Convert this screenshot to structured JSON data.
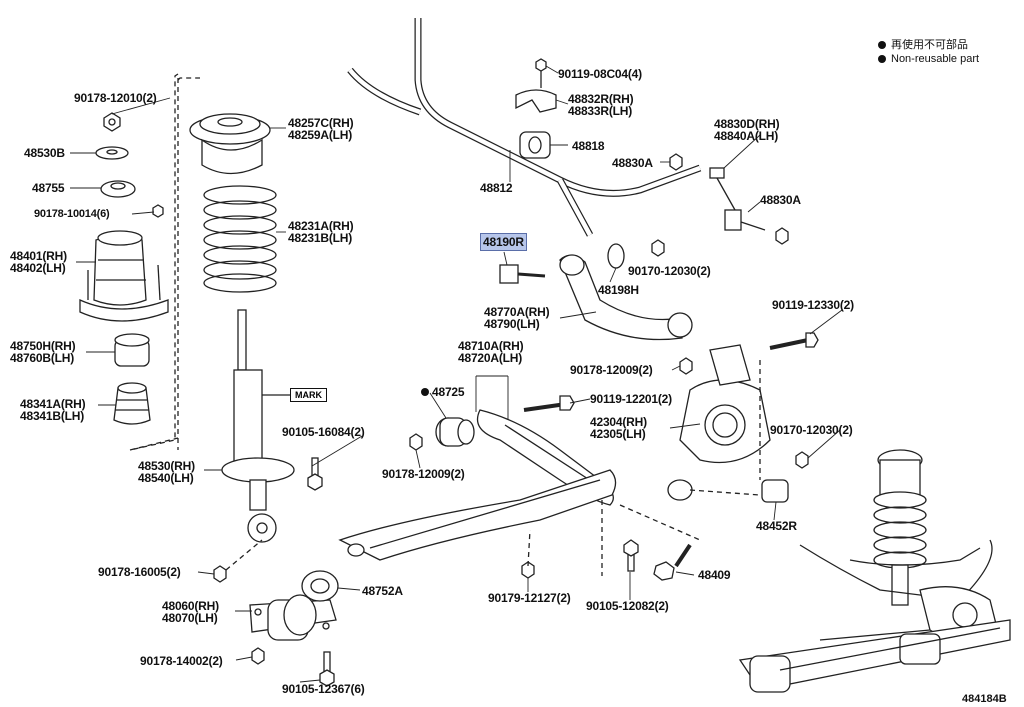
{
  "legend": {
    "line1": "再使用不可部品",
    "line2": "Non-reusable part"
  },
  "diagram_id": "484184B",
  "mark_label": "MARK",
  "highlighted_part": "48190R",
  "labels": {
    "p90178_12010": "90178-12010(2)",
    "p48530B": "48530B",
    "p48755": "48755",
    "p90178_10014": "90178-10014(6)",
    "p48401": "48401(RH)",
    "p48402": "48402(LH)",
    "p48750H": "48750H(RH)",
    "p48760B": "48760B(LH)",
    "p48341A": "48341A(RH)",
    "p48341B": "48341B(LH)",
    "p48257C": "48257C(RH)",
    "p48259A": "48259A(LH)",
    "p48231A": "48231A(RH)",
    "p48231B": "48231B(LH)",
    "p90105_16084": "90105-16084(2)",
    "p48530RH": "48530(RH)",
    "p48540LH": "48540(LH)",
    "p90178_16005": "90178-16005(2)",
    "p48060": "48060(RH)",
    "p48070": "48070(LH)",
    "p90178_14002": "90178-14002(2)",
    "p90105_12367": "90105-12367(6)",
    "p48752A": "48752A",
    "p90119_08C04": "90119-08C04(4)",
    "p48832R": "48832R(RH)",
    "p48833R": "48833R(LH)",
    "p48818": "48818",
    "p48812": "48812",
    "p48830A_top": "48830A",
    "p48830D": "48830D(RH)",
    "p48840A": "48840A(LH)",
    "p48830A_right": "48830A",
    "p48198H": "48198H",
    "p90170_12030_a": "90170-12030(2)",
    "p48770A": "48770A(RH)",
    "p48790": "48790(LH)",
    "p90119_12330": "90119-12330(2)",
    "p48710A": "48710A(RH)",
    "p48720A": "48720A(LH)",
    "p48725": "48725",
    "p90178_12009_a": "90178-12009(2)",
    "p90119_12201": "90119-12201(2)",
    "p42304": "42304(RH)",
    "p42305": "42305(LH)",
    "p90170_12030_b": "90170-12030(2)",
    "p90178_12009_b": "90178-12009(2)",
    "p48452R": "48452R",
    "p90179_12127": "90179-12127(2)",
    "p90105_12082": "90105-12082(2)",
    "p48409": "48409"
  }
}
